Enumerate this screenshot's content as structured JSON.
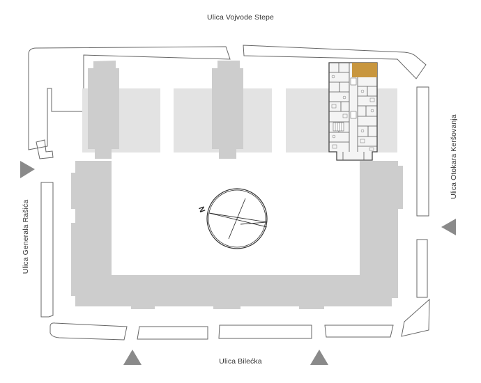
{
  "streets": {
    "top": "Ulica Vojvode Stepe",
    "bottom": "Ulica Bilećka",
    "left": "Ulica Generala Rašića",
    "right": "Ulica Otokara Keršovanja"
  },
  "compass": {
    "label": "N"
  },
  "colors": {
    "building": "#cdcdcd",
    "courtyard_zone": "#e3e3e3",
    "highlight_unit": "#c8963e",
    "entrance_marker": "#8a8a8a",
    "outline": "#555555"
  }
}
